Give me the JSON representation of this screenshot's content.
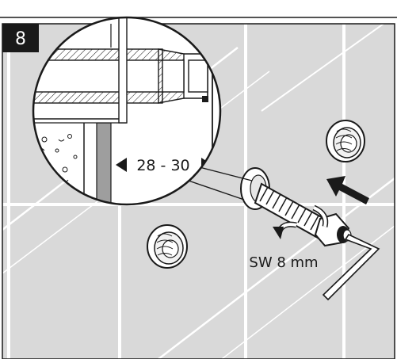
{
  "step": {
    "number": "8"
  },
  "dimension": {
    "text": "28 - 30"
  },
  "tool": {
    "label": "SW 8 mm"
  },
  "icons": {
    "arrow": "arrow-icon",
    "rotate": "rotate-icon"
  },
  "colors": {
    "tile": "#d9d9d9",
    "grout": "#ffffff",
    "line": "#1a1a1a",
    "step_badge": "#1a1a1a"
  }
}
